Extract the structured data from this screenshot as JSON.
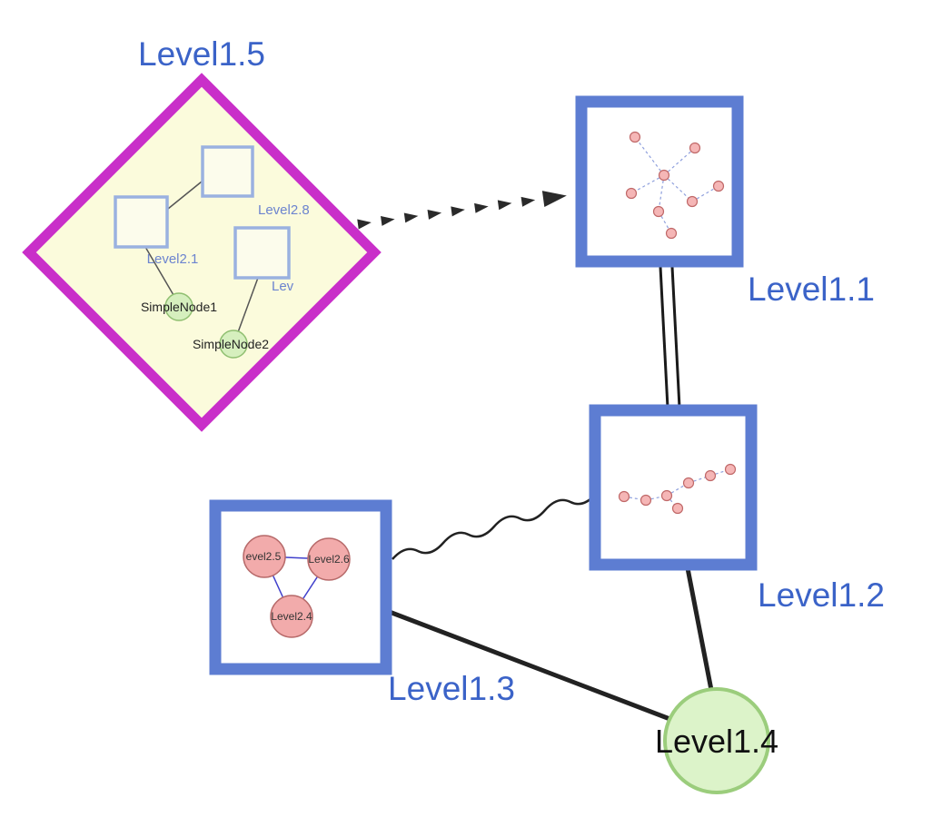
{
  "nodes": {
    "level1_1": {
      "label": "Level1.1",
      "shape": "square"
    },
    "level1_2": {
      "label": "Level1.2",
      "shape": "square"
    },
    "level1_3": {
      "label": "Level1.3",
      "shape": "square"
    },
    "level1_4": {
      "label": "Level1.4",
      "shape": "circle"
    },
    "level1_5": {
      "label": "Level1.5",
      "shape": "diamond-group"
    },
    "level2_8": {
      "label": "Level2.8",
      "shape": "square"
    },
    "level2_1": {
      "label": "Level2.1",
      "shape": "square"
    },
    "level2_partial": {
      "label": "Lev",
      "shape": "square"
    },
    "simplenode1": {
      "label": "SimpleNode1",
      "shape": "circle"
    },
    "simplenode2": {
      "label": "SimpleNode2",
      "shape": "circle"
    },
    "level2_5": {
      "label": "evel2.5",
      "shape": "circle"
    },
    "level2_6": {
      "label": "Level2.6",
      "shape": "circle"
    },
    "level2_4": {
      "label": "Level2.4",
      "shape": "circle"
    }
  },
  "edges": [
    {
      "from": "Level1.5",
      "to": "Level1.1",
      "style": "thick-dashed-arrow"
    },
    {
      "from": "Level1.1",
      "to": "Level1.2",
      "style": "double-parallel-line"
    },
    {
      "from": "Level1.2",
      "to": "Level1.3",
      "style": "wavy-line"
    },
    {
      "from": "Level1.3",
      "to": "Level1.4",
      "style": "solid-line"
    },
    {
      "from": "Level1.2",
      "to": "Level1.4",
      "style": "solid-line"
    },
    {
      "from": "Level2.1",
      "to": "Level2.8",
      "style": "line"
    },
    {
      "from": "Level2.1",
      "to": "SimpleNode1",
      "style": "line"
    },
    {
      "from": "Lev",
      "to": "SimpleNode2",
      "style": "line"
    },
    {
      "from": "evel2.5",
      "to": "Level2.6",
      "style": "line"
    },
    {
      "from": "evel2.5",
      "to": "Level2.4",
      "style": "line"
    },
    {
      "from": "Level2.6",
      "to": "Level2.4",
      "style": "line"
    }
  ],
  "colors": {
    "label_blue": "#3b63c8",
    "square_border_blue": "#5d7dd2",
    "diamond_magenta": "#c92fc9",
    "diamond_fill": "#fbfbdc",
    "inner_square_border": "#9ab1e0",
    "green_node_fill": "#d6efbe",
    "green_node_border": "#8fbf70",
    "big_green_fill": "#dcf3c9",
    "big_green_border": "#9bcd7c",
    "pink_node_fill": "#f2abab",
    "pink_node_border": "#b76a6a",
    "edge_black": "#222222",
    "dashed_mini_edge_blue": "#8fa0dd",
    "triangle_edge_blue": "#4040cc"
  }
}
